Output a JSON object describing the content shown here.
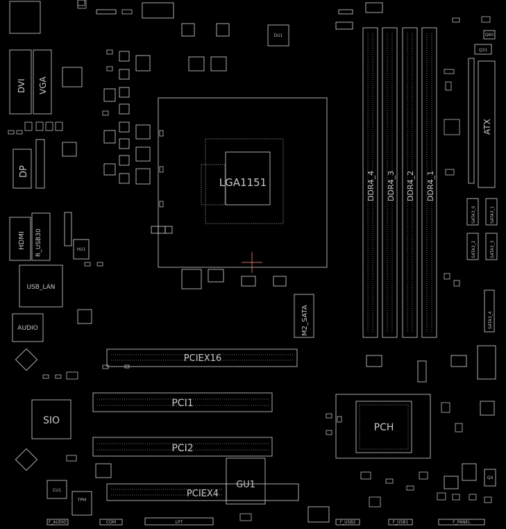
{
  "colors": {
    "background": "#000000",
    "outline": "#d9d9d9",
    "dim": "#8a8a8a",
    "accent": "#d06a6a"
  },
  "cpu_socket": {
    "label": "LGA1151"
  },
  "memory": {
    "slots": [
      "DDR4_1",
      "DDR4_2",
      "DDR4_3",
      "DDR4_4"
    ]
  },
  "power": {
    "atx": "ATX"
  },
  "storage": {
    "m2": "M2_SATA",
    "sata_ports": [
      "SATA3_0",
      "SATA3_1",
      "SATA3_2",
      "SATA3_3",
      "SATA3_4"
    ]
  },
  "expansion": {
    "pciex16": "PCIEX16",
    "pci1": "PCI1",
    "pci2": "PCI2",
    "pciex4": "PCIEX4"
  },
  "io_panel": {
    "dvi": "DVI",
    "vga": "VGA",
    "dp": "DP",
    "hdmi": "HDMI",
    "usb30": "R_USB30",
    "usb_lan": "USB_LAN",
    "audio": "AUDIO"
  },
  "chips": {
    "sio": "SIO",
    "pch": "PCH",
    "gu1": "GU1",
    "cu1": "CU1",
    "hu1": "HU1",
    "du1": "DU1"
  },
  "headers": {
    "f_audio": "F_AUDIO",
    "com": "COM",
    "lpt": "LPT",
    "f_usb2": "F_USB2",
    "f_usb1": "F_USB1",
    "f_panel": "F_PANEL",
    "tpm": "TPM"
  },
  "misc": {
    "q31": "Q31",
    "q60": "Q60",
    "q4": "Q4"
  }
}
